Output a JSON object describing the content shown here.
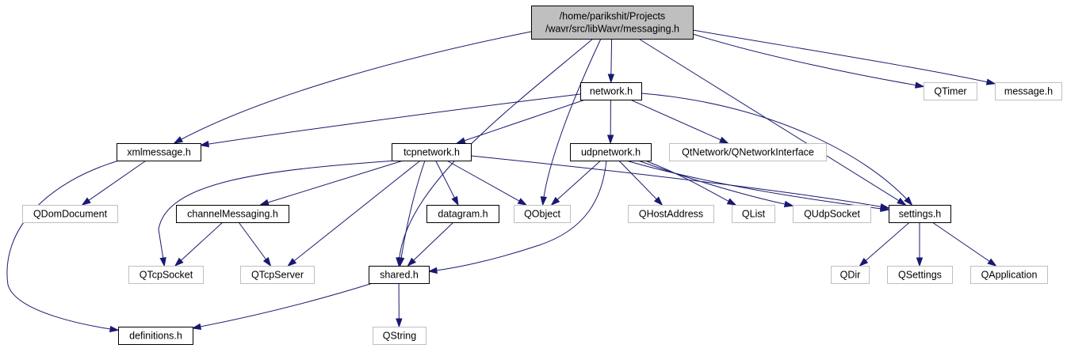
{
  "diagram": {
    "type": "include-dependency-graph",
    "colors": {
      "edge": "#191970",
      "root_fill": "#bfbfbf",
      "local_border": "#000000",
      "external_border": "#bfbfbf",
      "label": "#000000"
    },
    "nodes": [
      {
        "id": "messaging",
        "lines": [
          "/home/parikshit/Projects",
          "/wavr/src/libWavr/messaging.h"
        ],
        "kind": "root"
      },
      {
        "id": "network",
        "lines": [
          "network.h"
        ],
        "kind": "local"
      },
      {
        "id": "qtimer",
        "lines": [
          "QTimer"
        ],
        "kind": "external"
      },
      {
        "id": "message",
        "lines": [
          "message.h"
        ],
        "kind": "external"
      },
      {
        "id": "xmlmessage",
        "lines": [
          "xmlmessage.h"
        ],
        "kind": "local"
      },
      {
        "id": "tcpnetwork",
        "lines": [
          "tcpnetwork.h"
        ],
        "kind": "local"
      },
      {
        "id": "udpnetwork",
        "lines": [
          "udpnetwork.h"
        ],
        "kind": "local"
      },
      {
        "id": "qnetif",
        "lines": [
          "QtNetwork/QNetworkInterface"
        ],
        "kind": "external"
      },
      {
        "id": "qdomdoc",
        "lines": [
          "QDomDocument"
        ],
        "kind": "external"
      },
      {
        "id": "channelmsg",
        "lines": [
          "channelMessaging.h"
        ],
        "kind": "local"
      },
      {
        "id": "datagram",
        "lines": [
          "datagram.h"
        ],
        "kind": "local"
      },
      {
        "id": "qobject",
        "lines": [
          "QObject"
        ],
        "kind": "external"
      },
      {
        "id": "qhostaddr",
        "lines": [
          "QHostAddress"
        ],
        "kind": "external"
      },
      {
        "id": "qlist",
        "lines": [
          "QList"
        ],
        "kind": "external"
      },
      {
        "id": "qudpsocket",
        "lines": [
          "QUdpSocket"
        ],
        "kind": "external"
      },
      {
        "id": "settings",
        "lines": [
          "settings.h"
        ],
        "kind": "local"
      },
      {
        "id": "qtcpsocket",
        "lines": [
          "QTcpSocket"
        ],
        "kind": "external"
      },
      {
        "id": "qtcpserver",
        "lines": [
          "QTcpServer"
        ],
        "kind": "external"
      },
      {
        "id": "shared",
        "lines": [
          "shared.h"
        ],
        "kind": "local"
      },
      {
        "id": "qdir",
        "lines": [
          "QDir"
        ],
        "kind": "external"
      },
      {
        "id": "qsettings",
        "lines": [
          "QSettings"
        ],
        "kind": "external"
      },
      {
        "id": "qapplication",
        "lines": [
          "QApplication"
        ],
        "kind": "external"
      },
      {
        "id": "definitions",
        "lines": [
          "definitions.h"
        ],
        "kind": "local"
      },
      {
        "id": "qstring",
        "lines": [
          "QString"
        ],
        "kind": "external"
      }
    ],
    "edges": [
      [
        "messaging",
        "network"
      ],
      [
        "messaging",
        "qtimer"
      ],
      [
        "messaging",
        "message"
      ],
      [
        "messaging",
        "xmlmessage"
      ],
      [
        "messaging",
        "shared"
      ],
      [
        "messaging",
        "qobject"
      ],
      [
        "messaging",
        "settings"
      ],
      [
        "network",
        "xmlmessage"
      ],
      [
        "network",
        "tcpnetwork"
      ],
      [
        "network",
        "udpnetwork"
      ],
      [
        "network",
        "qnetif"
      ],
      [
        "network",
        "settings"
      ],
      [
        "xmlmessage",
        "qdomdoc"
      ],
      [
        "xmlmessage",
        "definitions"
      ],
      [
        "tcpnetwork",
        "channelmsg"
      ],
      [
        "tcpnetwork",
        "datagram"
      ],
      [
        "tcpnetwork",
        "qobject"
      ],
      [
        "tcpnetwork",
        "qtcpsocket"
      ],
      [
        "tcpnetwork",
        "qtcpserver"
      ],
      [
        "tcpnetwork",
        "shared"
      ],
      [
        "tcpnetwork",
        "settings"
      ],
      [
        "udpnetwork",
        "qobject"
      ],
      [
        "udpnetwork",
        "qhostaddr"
      ],
      [
        "udpnetwork",
        "qlist"
      ],
      [
        "udpnetwork",
        "qudpsocket"
      ],
      [
        "udpnetwork",
        "settings"
      ],
      [
        "udpnetwork",
        "shared"
      ],
      [
        "channelmsg",
        "qtcpsocket"
      ],
      [
        "channelmsg",
        "qtcpserver"
      ],
      [
        "datagram",
        "shared"
      ],
      [
        "settings",
        "qdir"
      ],
      [
        "settings",
        "qsettings"
      ],
      [
        "settings",
        "qapplication"
      ],
      [
        "shared",
        "definitions"
      ],
      [
        "shared",
        "qstring"
      ]
    ]
  }
}
